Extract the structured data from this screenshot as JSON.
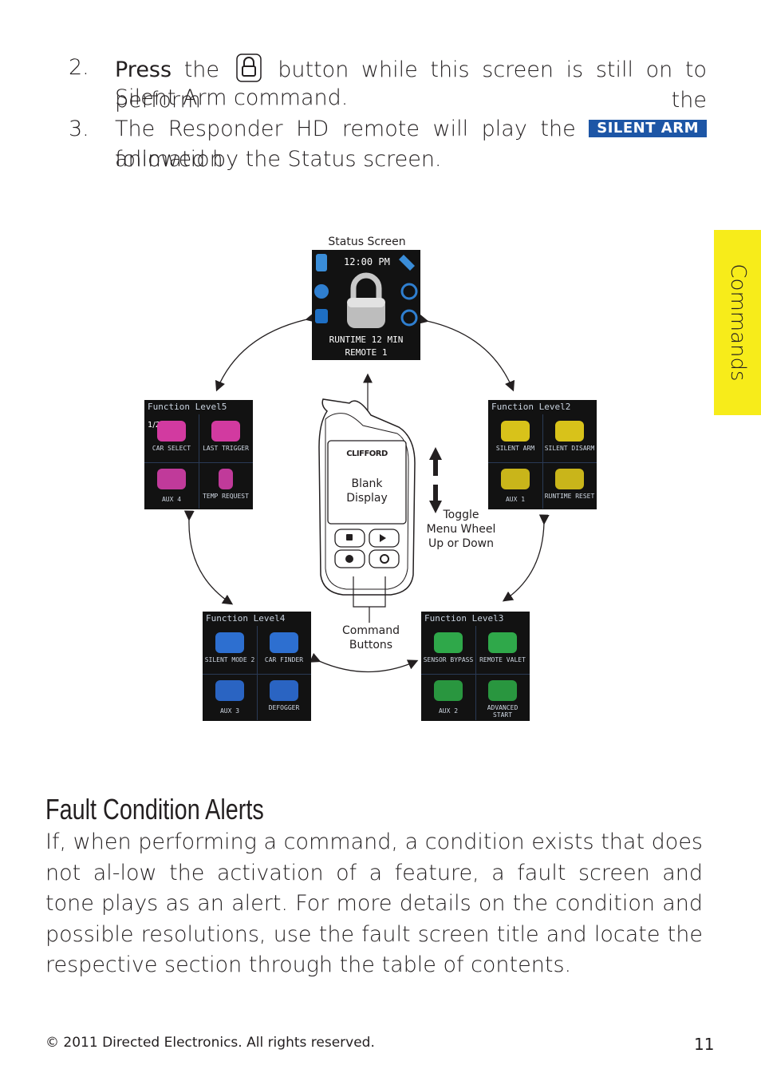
{
  "steps": [
    {
      "num": "2.",
      "press": "Press",
      "line1_after_press": "the",
      "line1_end": "button while this screen is still on to perform the",
      "line2": "Silent Arm command."
    },
    {
      "num": "3.",
      "line1_start": "The Responder HD remote will play the",
      "badge": "SILENT ARM",
      "line1_end": "animation",
      "line2": "followed by the Status screen."
    }
  ],
  "side_tab": "Commands",
  "diagram": {
    "status_caption": "Status Screen",
    "status_screen": {
      "time": "12:00 PM",
      "runtime": "RUNTIME 12 MIN",
      "remote": "REMOTE 1"
    },
    "remote_brand": "CLIFFORD",
    "blank_display": [
      "Blank",
      "Display"
    ],
    "toggle_caption": [
      "Toggle",
      "Menu Wheel",
      "Up or Down"
    ],
    "command_caption": [
      "Command",
      "Buttons"
    ],
    "screens": {
      "level2": {
        "header": "Function  Level2",
        "cells": [
          "SILENT ARM",
          "SILENT DISARM",
          "AUX 1",
          "RUNTIME RESET"
        ]
      },
      "level3": {
        "header": "Function  Level3",
        "cells": [
          "SENSOR BYPASS",
          "REMOTE VALET",
          "AUX 2",
          "ADVANCED START"
        ]
      },
      "level4": {
        "header": "Function  Level4",
        "cells": [
          "SILENT MODE 2",
          "CAR FINDER",
          "AUX 3",
          "DEFOGGER"
        ]
      },
      "level5": {
        "header": "Function  Level5",
        "cells": [
          "CAR SELECT",
          "LAST TRIGGER",
          "AUX 4",
          "TEMP REQUEST"
        ],
        "page": "1/2"
      }
    }
  },
  "section": {
    "title": "Fault Condition Alerts",
    "body": "If, when performing a command, a condition exists that does not al-low the activation of a feature, a fault screen and tone plays as an alert. For more details on the condition and possible resolutions, use the fault screen title and locate the respective section through the table of contents."
  },
  "footer": {
    "copyright": "© 2011 Directed Electronics. All rights reserved.",
    "page": "11"
  },
  "colors": {
    "badge": "#1d56a6",
    "tab": "#f7ec1a",
    "text": "#231f20"
  }
}
